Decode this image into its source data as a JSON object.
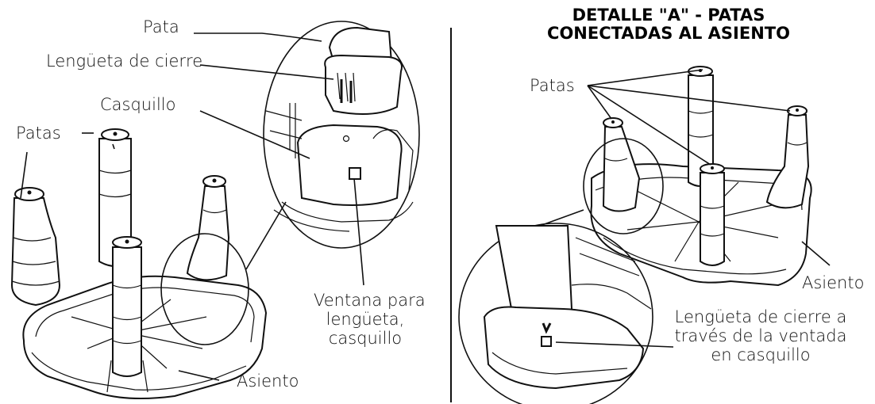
{
  "labels": {
    "pata": "Pata",
    "lengueta_cierre": "Lengüeta de cierre",
    "casquillo": "Casquillo",
    "patas_left": "Patas",
    "ventana_line1": "Ventana para",
    "ventana_line2": "lengüeta,",
    "ventana_line3": "casquillo",
    "asiento_left": "Asiento",
    "patas_right": "Patas",
    "asiento_right": "Asiento",
    "lengueta_ventada_line1": "Lengüeta de cierre a",
    "lengueta_ventada_line2": "través de la ventada",
    "lengueta_ventada_line3": "en casquillo"
  },
  "detail": {
    "title_line1": "DETALLE \"A\" - PATAS",
    "title_line2": "CONECTADAS AL ASIENTO"
  }
}
